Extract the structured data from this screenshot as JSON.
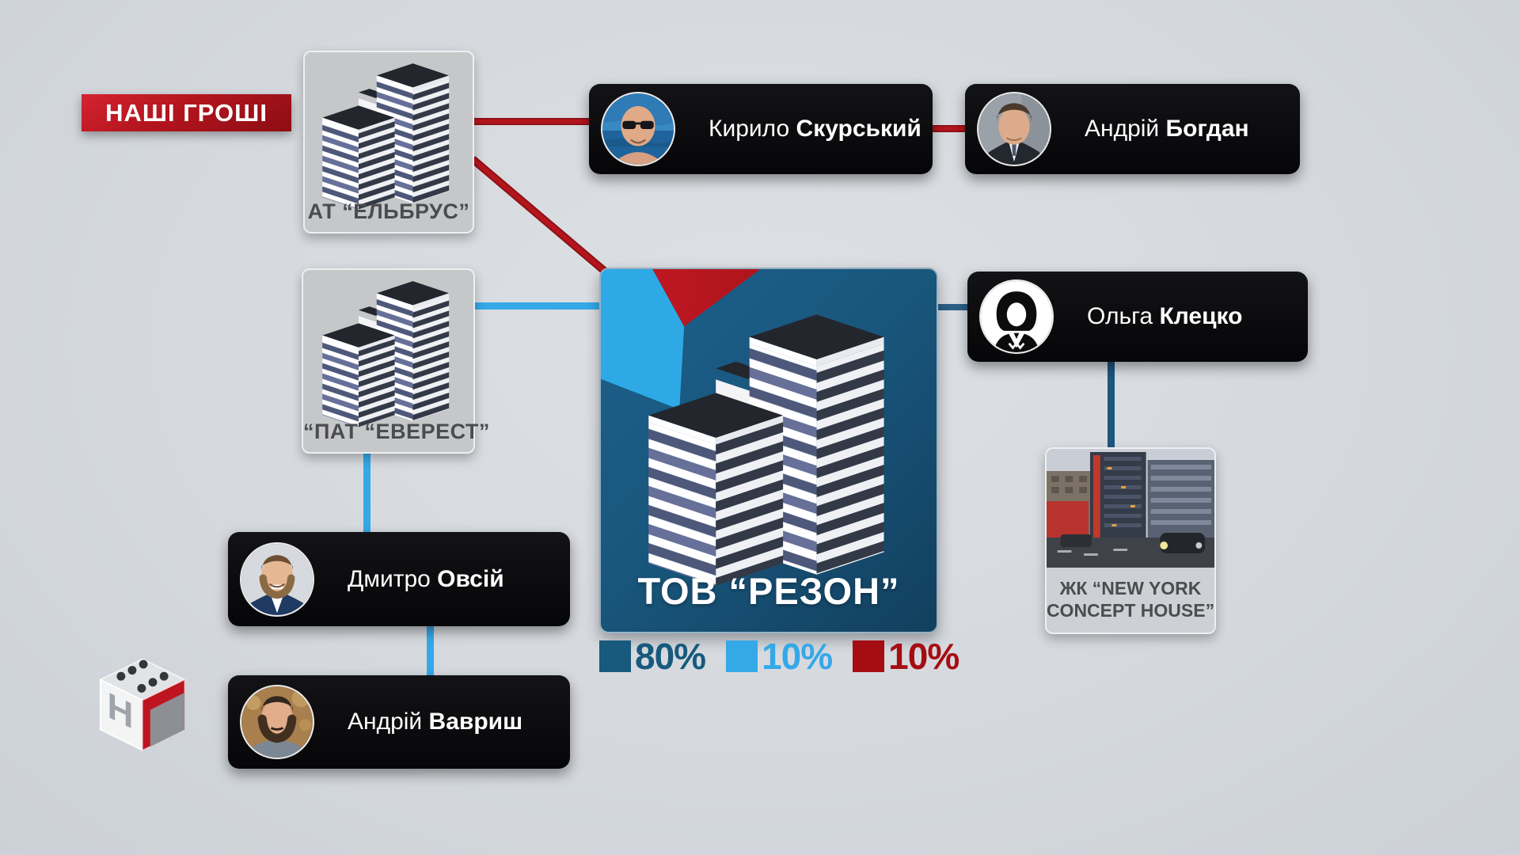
{
  "badge": {
    "label": "НАШІ ГРОШІ"
  },
  "logo": {
    "letter": "Н"
  },
  "companies": {
    "elbrus": {
      "label": "АТ “ЕЛЬБРУС”"
    },
    "everest": {
      "label": "“ПАТ “ЕВЕРЕСТ”"
    },
    "rezon": {
      "label": "ТОВ “РЕЗОН”"
    }
  },
  "people": {
    "skurskyi": {
      "first": "Кирило",
      "last": "Скурський"
    },
    "bohdan": {
      "first": "Андрій",
      "last": "Богдан"
    },
    "kletsko": {
      "first": "Ольга",
      "last": "Клецко"
    },
    "ovsii": {
      "first": "Дмитро",
      "last": "Овсій"
    },
    "vavrysh": {
      "first": "Андрій",
      "last": "Вавриш"
    }
  },
  "property": {
    "label_line1": "ЖК “NEW YORK",
    "label_line2": "CONCEPT HOUSE”"
  },
  "legend": [
    {
      "value": "80%",
      "color": "#175a7d"
    },
    {
      "value": "10%",
      "color": "#35a8e8"
    },
    {
      "value": "10%",
      "color": "#a50d12"
    }
  ],
  "colors": {
    "background": "#d7dade",
    "accent_red": "#a8141b",
    "light_blue": "#35a8e8",
    "dark_blue": "#175a7d",
    "dark_blue_edge": "#2c5f86",
    "card_black": "#0b0b0d",
    "card_gray": "#c6c7c9",
    "rezon_card": "#19577d"
  }
}
